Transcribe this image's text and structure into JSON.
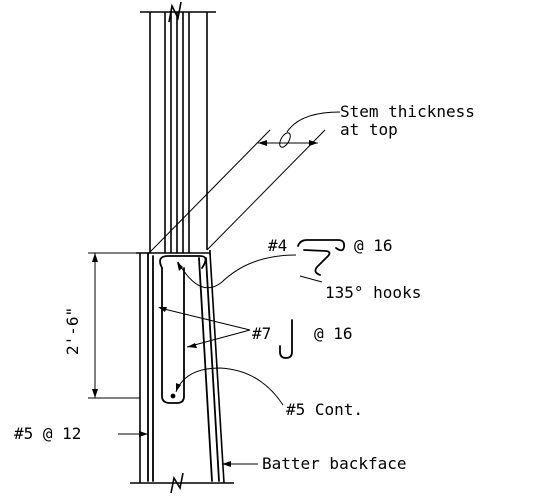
{
  "labels": {
    "stem_thickness_line1": "Stem thickness",
    "stem_thickness_line2": "at top",
    "bar4_mark": "#4",
    "bar4_spacing": "@ 16",
    "hooks": "135° hooks",
    "bar7_mark": "#7",
    "bar7_spacing": "@ 16",
    "bar5_cont": "#5 Cont.",
    "bar5_spacing": "#5 @ 12",
    "batter": "Batter backface",
    "dimension": "2'-6\""
  }
}
